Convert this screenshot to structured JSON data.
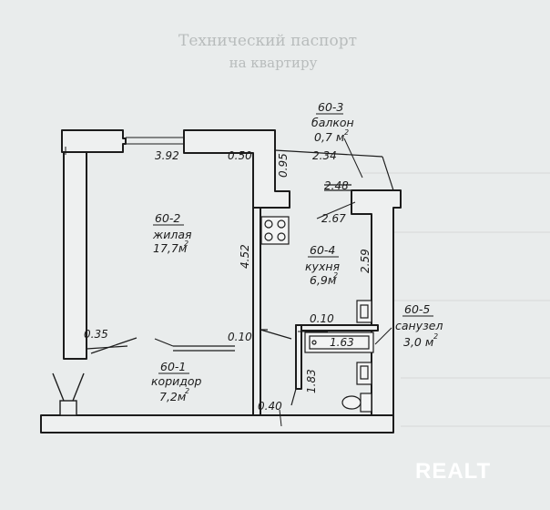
{
  "paper": {
    "heading_line1": "Технический паспорт",
    "heading_line2": "на квартиру"
  },
  "rooms": {
    "balcony": {
      "id": "60-3",
      "name": "балкон",
      "area": "0,7 м",
      "area_exp": "2"
    },
    "living": {
      "id": "60-2",
      "name": "жилая",
      "area": "17,7м",
      "area_exp": "2"
    },
    "kitchen": {
      "id": "60-4",
      "name": "кухня",
      "area": "6,9м",
      "area_exp": "2"
    },
    "bathroom": {
      "id": "60-5",
      "name": "санузел",
      "area": "3,0 м",
      "area_exp": "2"
    },
    "corridor": {
      "id": "60-1",
      "name": "коридор",
      "area": "7,2м",
      "area_exp": "2"
    }
  },
  "dimensions": {
    "d_392": "3.92",
    "d_050": "0.50",
    "d_095": "0.95",
    "d_234": "2.34",
    "d_248": "2.48",
    "d_267": "2.67",
    "d_452": "4.52",
    "d_259": "2.59",
    "d_035": "0.35",
    "d_010_corr": "0.10",
    "d_010_bath": "0.10",
    "d_163": "1.63",
    "d_183": "1.83",
    "d_040": "0.40"
  },
  "watermark": "REALT",
  "colors": {
    "paper": "#e9ecec",
    "ink": "#1c1c1c",
    "wall_fill": "#eef0f0",
    "watermark": "#ffffff"
  }
}
